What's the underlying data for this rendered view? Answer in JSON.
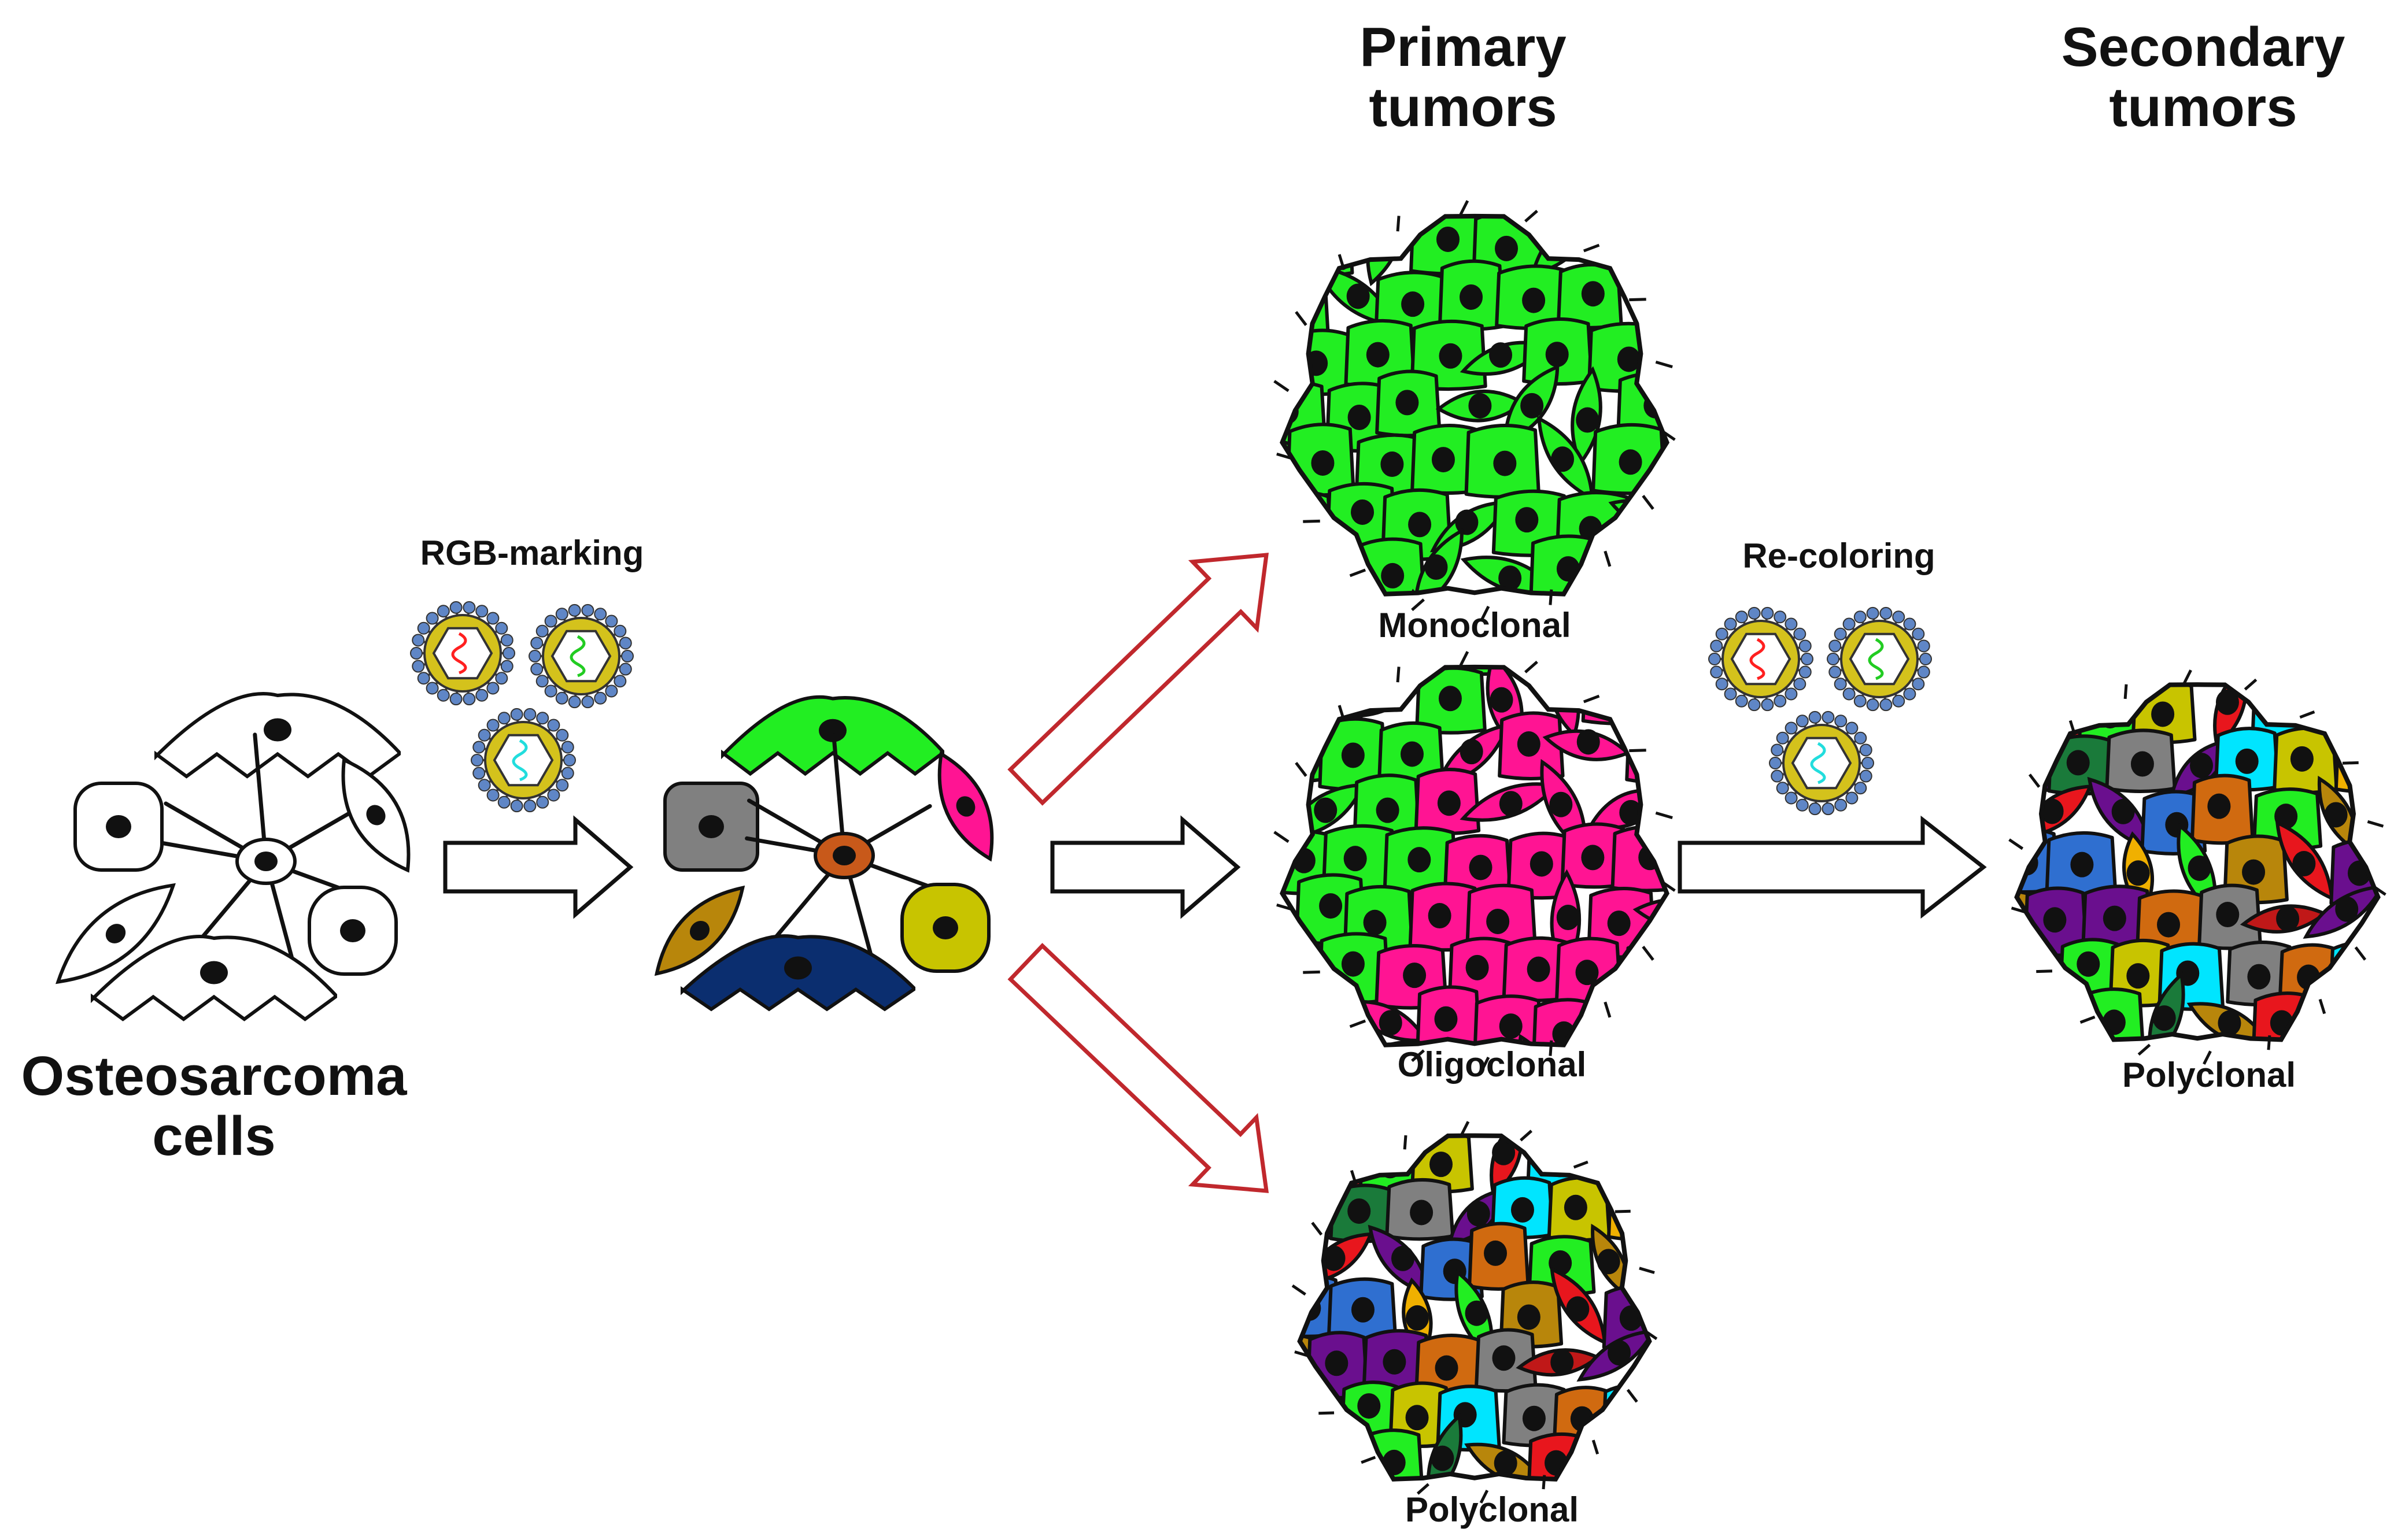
{
  "labels": {
    "primary_title_l1": "Primary",
    "primary_title_l2": "tumors",
    "secondary_title_l1": "Secondary",
    "secondary_title_l2": "tumors",
    "source_l1": "Osteosarcoma",
    "source_l2": "cells",
    "rgb_marking": "RGB-marking",
    "recoloring": "Re-coloring",
    "monoclonal": "Monoclonal",
    "oligoclonal": "Oligoclonal",
    "polyclonal_primary": "Polyclonal",
    "polyclonal_secondary": "Polyclonal"
  },
  "colors": {
    "outline": "#111111",
    "white_arrow_fill": "#ffffff",
    "red_arrow_outline": "#c0282d",
    "mono_green": "#22ee22",
    "oligo_pink": "#ff1493",
    "virus_capsid": "#d4c21c",
    "virus_spikes": "#5f86c6",
    "gene_red": "#ff2020",
    "gene_green": "#22cc22",
    "gene_cyan": "#22dddd",
    "poly_palette": [
      "#22ee22",
      "#e8161d",
      "#2f6fd0",
      "#6a0f8e",
      "#d06a10",
      "#808080",
      "#00e5ff",
      "#f0b000",
      "#c8c400",
      "#1a7a3a",
      "#c01818",
      "#b8860b"
    ],
    "marked_cells": [
      "#22ee22",
      "#808080",
      "#c8591a",
      "#ff1493",
      "#b8860b",
      "#0b2e6f",
      "#c8c400"
    ]
  },
  "icons": [
    "virus-particle-icon",
    "osteosarcoma-cell-icon",
    "tumor-cluster-icon",
    "process-arrow-icon"
  ]
}
